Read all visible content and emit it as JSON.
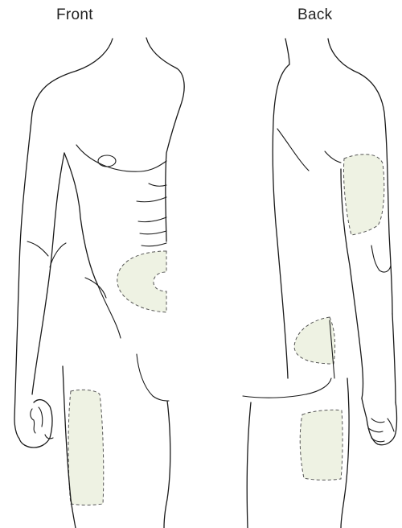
{
  "labels": {
    "front": "Front",
    "back": "Back"
  },
  "colors": {
    "zone_fill": "#eef2e3",
    "outline": "#1a1a1a",
    "zone_border": "#555555"
  },
  "zones": [
    "abdomen",
    "front-thigh",
    "back-upper-arm",
    "buttock",
    "back-thigh"
  ]
}
